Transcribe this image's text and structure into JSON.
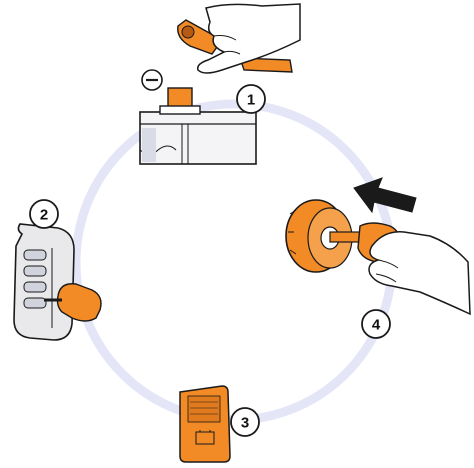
{
  "colors": {
    "orange": "#f28a26",
    "orange_dark": "#b55a10",
    "ring": "#e4e6f8",
    "ink": "#1a1a1a",
    "gray_fill": "#e9e9ec",
    "white": "#ffffff"
  },
  "steps": [
    {
      "number": "1",
      "icon": "disconnect-negative-terminal-icon"
    },
    {
      "number": "2",
      "icon": "remote-key-fob-icon"
    },
    {
      "number": "3",
      "icon": "battery-card-icon"
    },
    {
      "number": "4",
      "icon": "insert-key-into-cap-icon"
    }
  ],
  "terminal_sign": "−",
  "arrow_icon": "direction-arrow-icon"
}
